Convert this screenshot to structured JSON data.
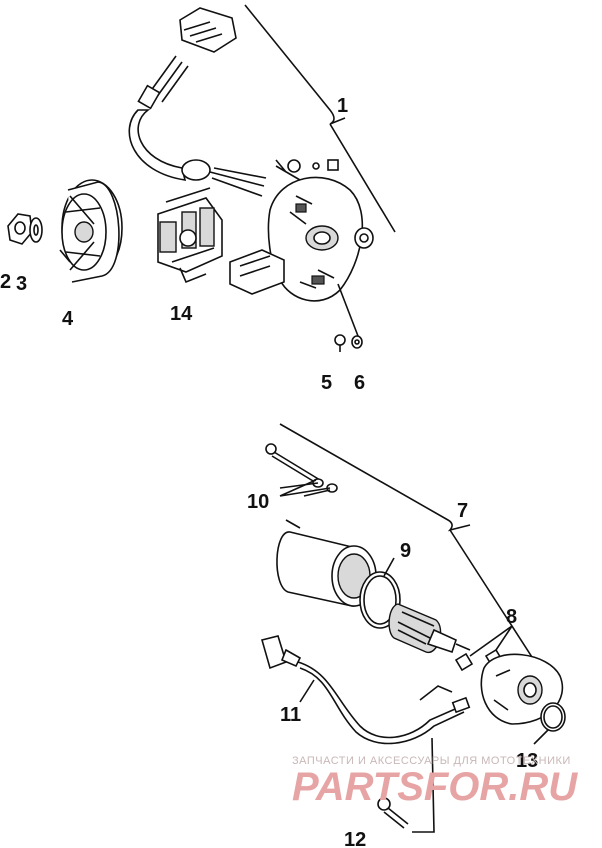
{
  "labels": {
    "p1": "1",
    "p2": "2",
    "p3": "3",
    "p4": "4",
    "p5": "5",
    "p6": "6",
    "p7": "7",
    "p8": "8",
    "p9": "9",
    "p10": "10",
    "p11": "11",
    "p12": "12",
    "p13": "13",
    "p14": "14"
  },
  "watermark": {
    "tagline": "ЗАПЧАСТИ И АКСЕССУАРЫ ДЛЯ МОТОТЕХНИКИ",
    "brand": "PARTSFOR.RU",
    "color": "#e7a4a4"
  }
}
